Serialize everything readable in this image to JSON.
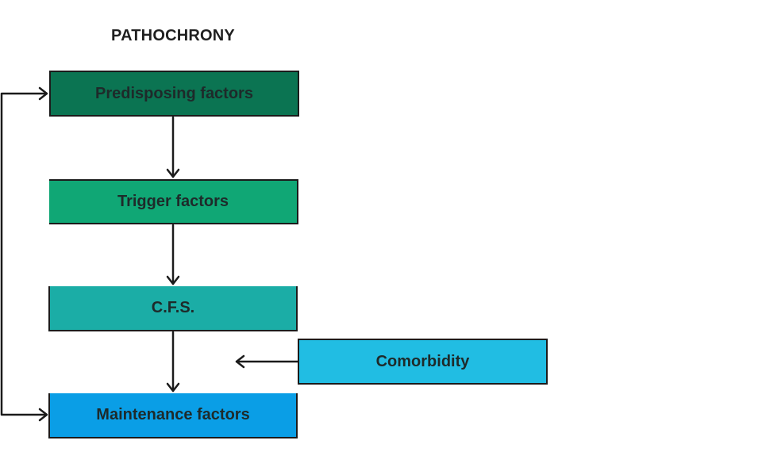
{
  "title": "PATHOCHRONY",
  "nodes": {
    "predisposing": "Predisposing factors",
    "trigger": "Trigger factors",
    "cfs": "C.F.S.",
    "maintenance": "Maintenance factors",
    "comorbidity": "Comorbidity"
  },
  "edges": [
    {
      "from": "predisposing",
      "to": "trigger"
    },
    {
      "from": "trigger",
      "to": "cfs"
    },
    {
      "from": "cfs",
      "to": "maintenance"
    },
    {
      "from": "comorbidity",
      "to": "cfs-maintenance-link"
    },
    {
      "from": "maintenance",
      "to": "predisposing"
    }
  ],
  "colors": {
    "predisposing": "#0b7452",
    "trigger": "#10a775",
    "cfs": "#1bada6",
    "maintenance": "#0a9ee6",
    "comorbidity": "#21bde3",
    "line": "#1b1b1b"
  }
}
